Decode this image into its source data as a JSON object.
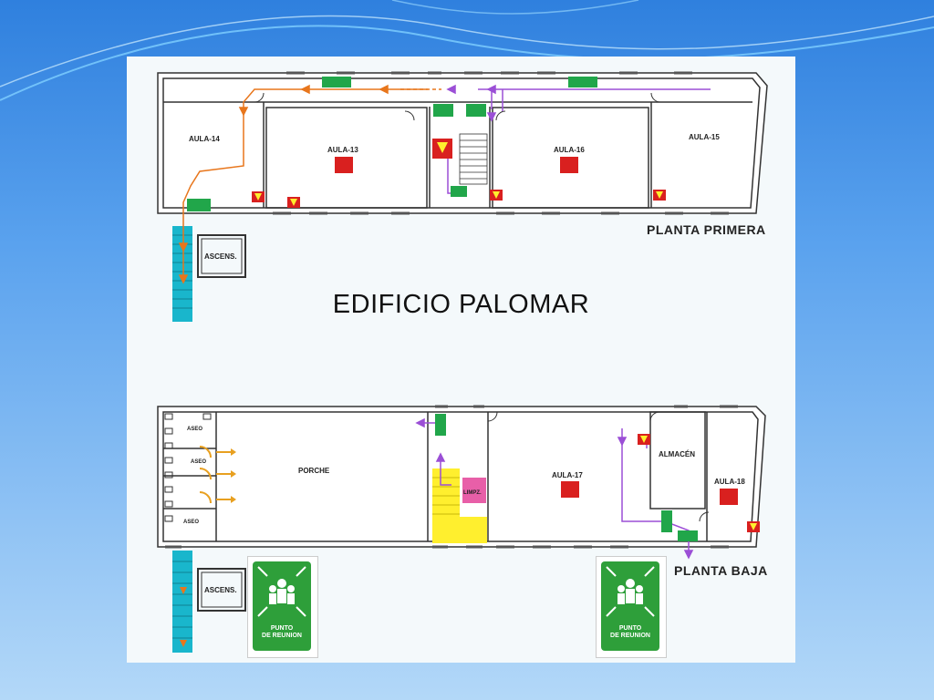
{
  "slide": {
    "bg_top": "#2a7fe0",
    "bg_bottom": "#a9d2f6",
    "accent": "#1e88d8"
  },
  "title": "EDIFICIO PALOMAR",
  "floors": {
    "upper": {
      "label": "PLANTA PRIMERA",
      "rooms": [
        "AULA-14",
        "AULA-13",
        "AULA-16",
        "AULA-15",
        "ASCENS."
      ]
    },
    "lower": {
      "label": "PLANTA BAJA",
      "rooms": [
        "ASEO",
        "ASEO",
        "ASEO",
        "PORCHE",
        "LIMPZ.",
        "AULA-17",
        "ALMACÉN",
        "AULA-18",
        "ASCENS."
      ]
    }
  },
  "assembly_signs": [
    {
      "line1": "PUNTO",
      "line2": "DE REUNION"
    },
    {
      "line1": "PUNTO",
      "line2": "DE REUNION"
    }
  ],
  "colors": {
    "route_orange": "#e8761c",
    "route_purple": "#9b4fd6",
    "stair_cyan": "#19b6cc",
    "stair_yellow": "#ffef2e",
    "fire_red": "#d9201f",
    "exit_green": "#21a64a",
    "limpz_pink": "#e85fa8",
    "wall": "#333333"
  }
}
